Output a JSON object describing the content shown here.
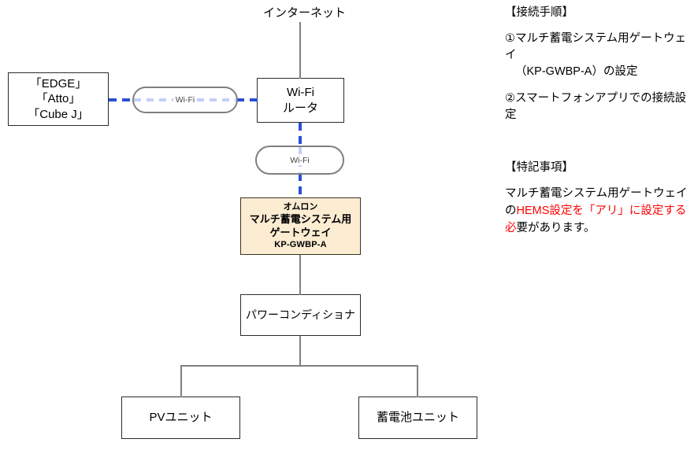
{
  "diagram": {
    "title_label": "インターネット",
    "nodes": {
      "device": {
        "line1": "「EDGE」",
        "line2": "「Atto」",
        "line3": "「Cube J」"
      },
      "router": {
        "line1": "Wi-Fi",
        "line2": "ルータ"
      },
      "gateway": {
        "line1": "オムロン",
        "line2": "マルチ蓄電システム用",
        "line3": "ゲートウェイ",
        "line4": "KP-GWBP-A"
      },
      "pcs": {
        "line1": "パワーコンディショナ"
      },
      "pv": {
        "line1": "PVユニット"
      },
      "battery": {
        "line1": "蓄電池ユニット"
      }
    },
    "links": {
      "wifi_badge_horizontal": "Wi-Fi",
      "wifi_badge_vertical": "Wi-Fi"
    },
    "colors": {
      "wireless_link": "#2a4fd8",
      "wireless_link_faded": "#c3d0f5",
      "wire": "#808080",
      "gateway_fill": "#fbecd2",
      "gateway_border": "#3a3226",
      "highlight_text": "#ff0000",
      "box_border": "#2b2b2b",
      "badge_border": "#7f7f7f"
    }
  },
  "notes": {
    "procedure": {
      "heading": "【接続手順】",
      "items": [
        {
          "main": "①マルチ蓄電システム用ゲートウェイ",
          "cont": "（KP-GWBP-A）の設定"
        },
        {
          "main": "②スマートフォンアプリでの接続設定",
          "cont": ""
        }
      ]
    },
    "special": {
      "heading": "【特記事項】",
      "body_before": "マルチ蓄電システム用ゲートウェイの",
      "body_highlight": "HEMS設定を「アリ」に設定する必",
      "body_after": "要があります。"
    }
  }
}
